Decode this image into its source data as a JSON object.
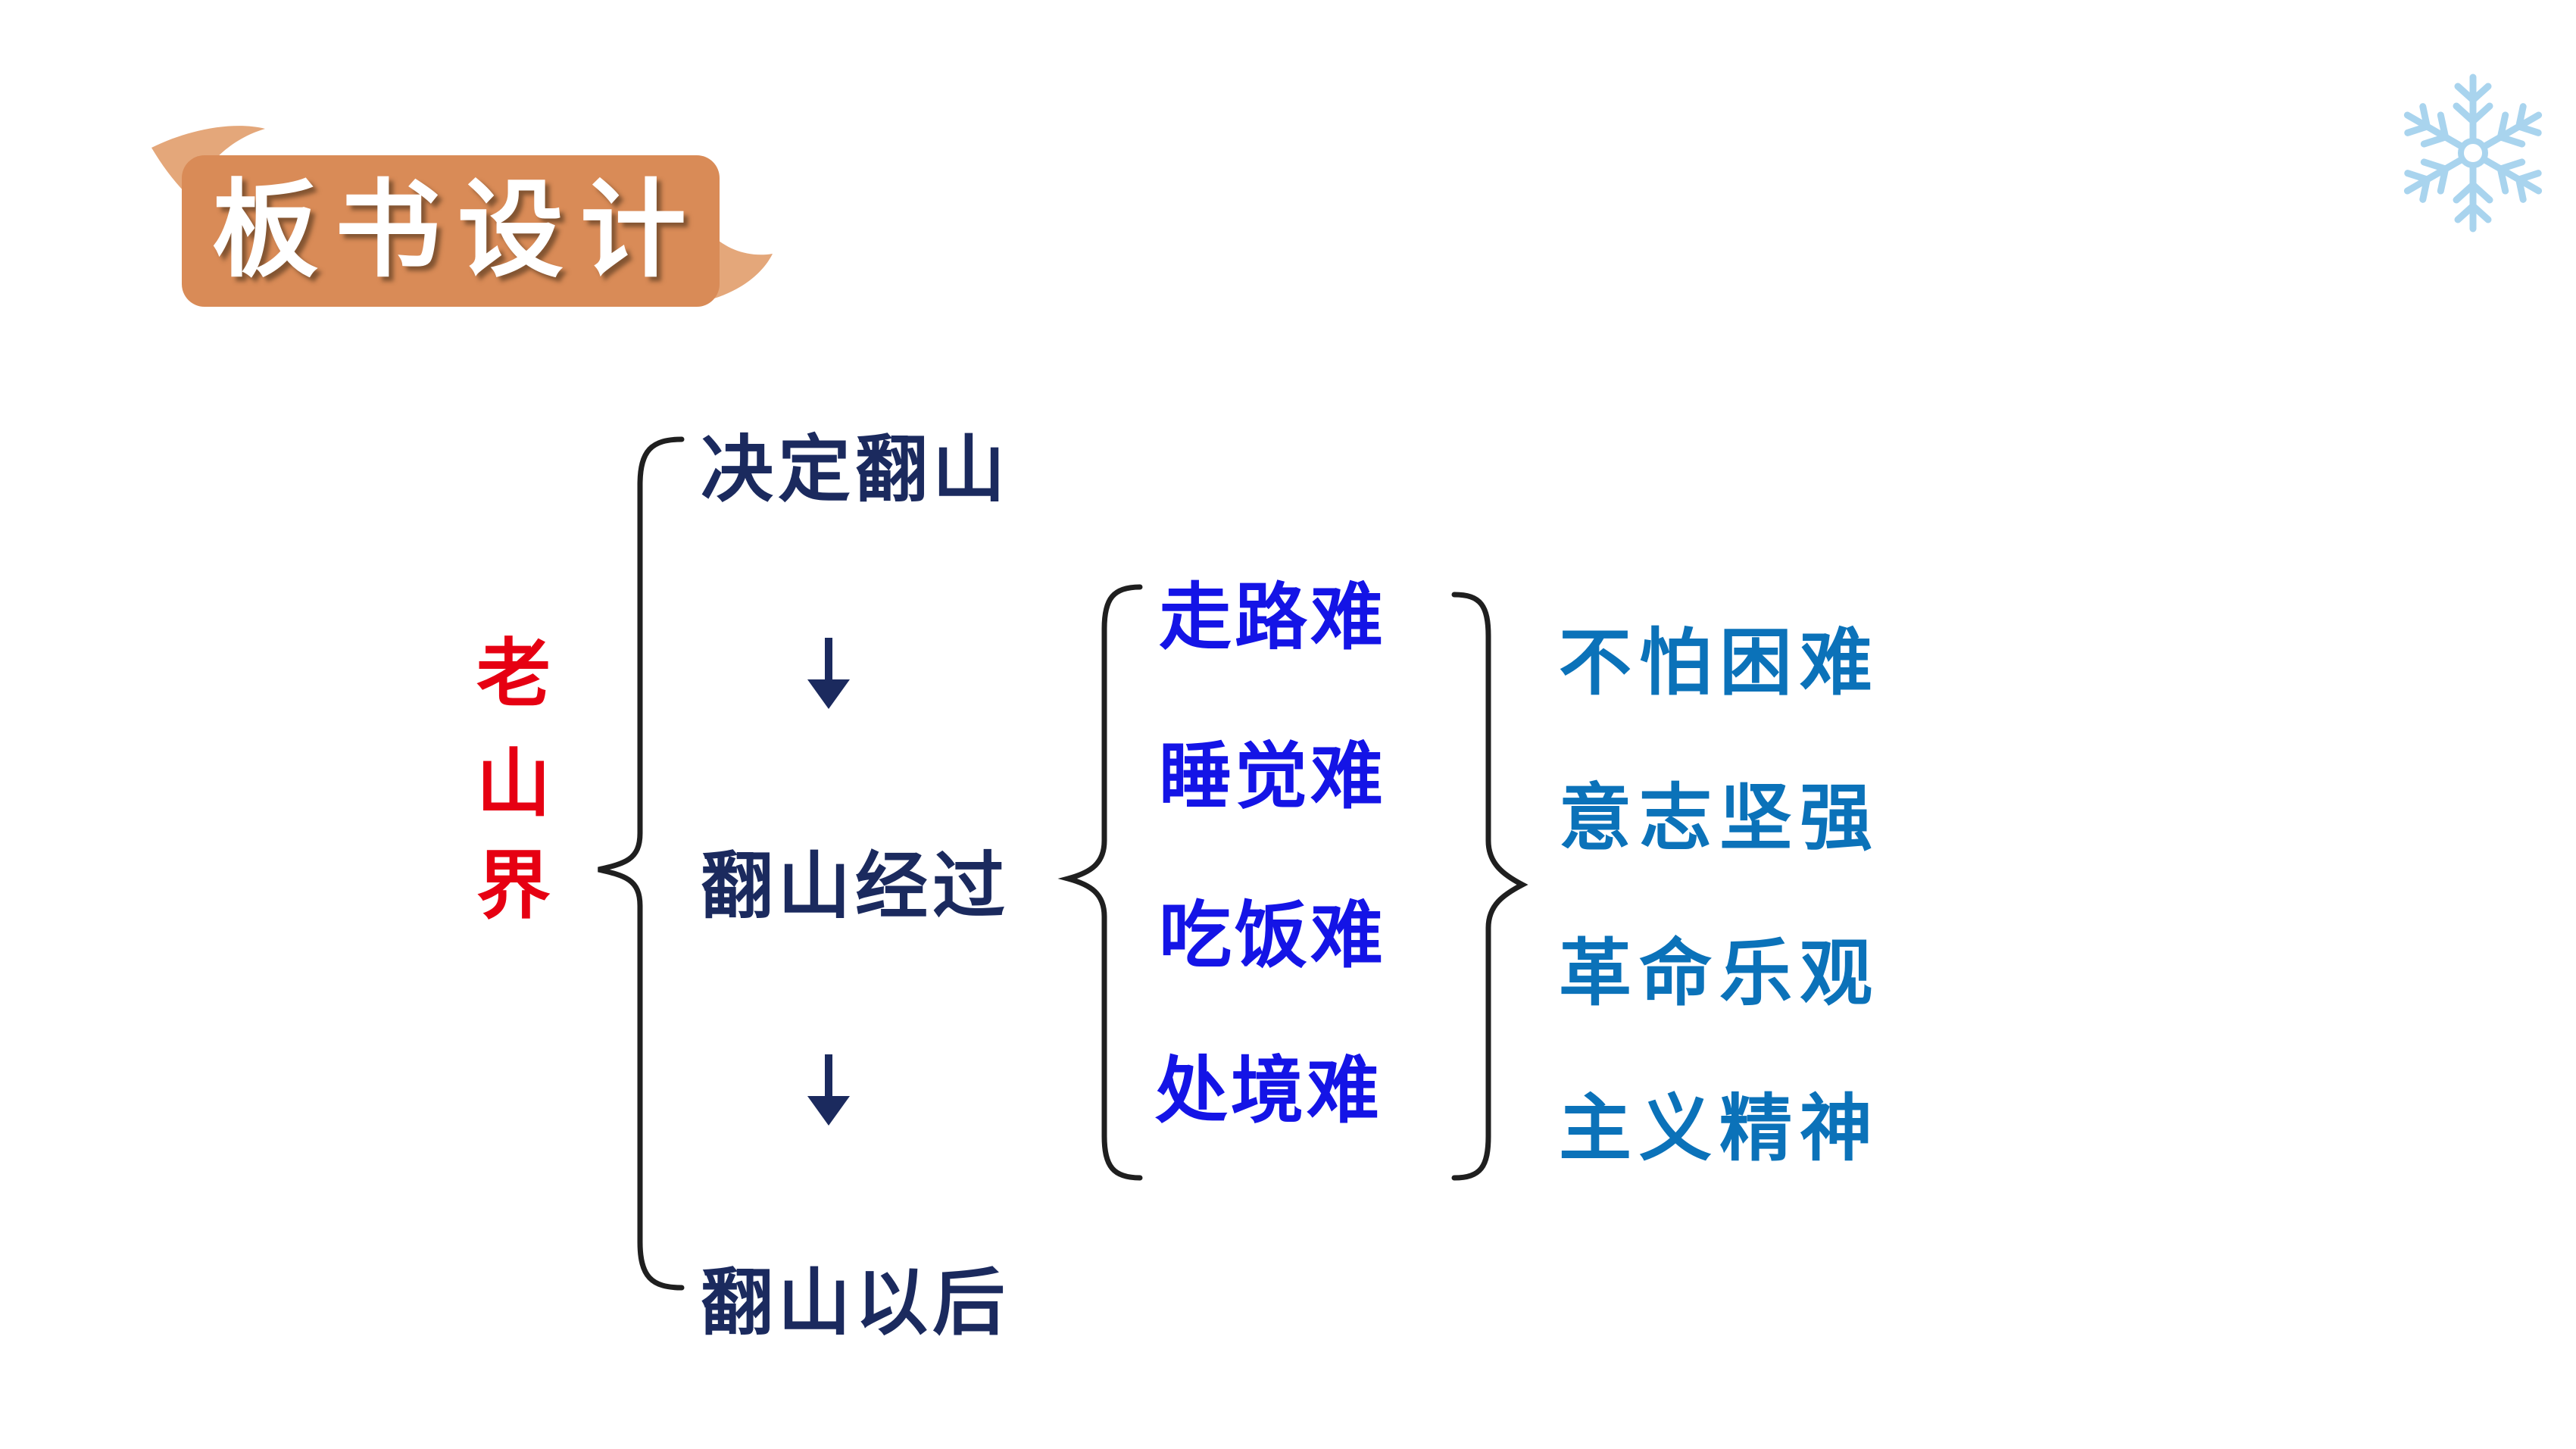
{
  "header": {
    "title": "板书设计",
    "badge_color": "#d98b57",
    "badge_leaf_color": "#e4a77a"
  },
  "decoration": {
    "icon": "snowflake-icon",
    "color": "#a9d4ee"
  },
  "diagram": {
    "root": {
      "chars": [
        "老",
        "山",
        "界"
      ],
      "color": "#e60012"
    },
    "steps": {
      "color": "#1b2a5e",
      "items": [
        "决定翻山",
        "翻山经过",
        "翻山以后"
      ]
    },
    "arrows": [
      "down-arrow",
      "down-arrow"
    ],
    "difficulties": {
      "color": "#1414e6",
      "items": [
        "走路难",
        "睡觉难",
        "吃饭难",
        "处境难"
      ]
    },
    "spirit": {
      "color": "#0b72b9",
      "lines": [
        "不怕困难",
        "意志坚强",
        "革命乐观",
        "主义精神"
      ]
    }
  }
}
